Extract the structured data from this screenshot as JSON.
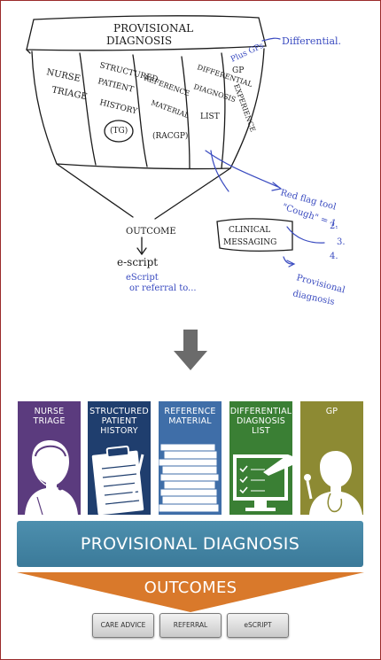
{
  "sketch": {
    "title_line1": "PROVISIONAL",
    "title_line2": "DIAGNOSIS",
    "col1_line1": "NURSE",
    "col1_line2": "TRIAGE",
    "col2_line1": "STRUCTURED",
    "col2_line2": "PATIENT",
    "col2_line3": "HISTORY",
    "col2_line4": "(TG)",
    "col3_line1": "REFERENCE",
    "col3_line2": "MATERIAL",
    "col3_line3": "(RACGP)",
    "col4_line1": "DIFFERENTIAL",
    "col4_line2": "DIAGNOSIS",
    "col4_line3": "LIST",
    "col5_line1": "GP",
    "col5_line2": "EXPERIENCE",
    "note_differential": "Differential.",
    "note_plus_gps": "Plus GPs",
    "note_red_flag": "Red flag tool",
    "note_cough": "\"Cough\" = 1.",
    "note_2": "2.",
    "note_3": "3.",
    "note_4": "4.",
    "note_prov_diag_1": "Provisional",
    "note_prov_diag_2": "diagnosis",
    "outcome": "OUTCOME",
    "escript": "e-script",
    "escript_note_1": "eScript",
    "escript_note_2": "or referral to...",
    "clinical_messaging_1": "CLINICAL",
    "clinical_messaging_2": "MESSAGING"
  },
  "columns": [
    {
      "label": "NURSE TRIAGE",
      "color": "#5b3b7e",
      "icon": "nurse-headset-icon"
    },
    {
      "label": "STRUCTURED PATIENT HISTORY",
      "color": "#1f3e6e",
      "icon": "clipboard-icon"
    },
    {
      "label": "REFERENCE MATERIAL",
      "color": "#3f6ea8",
      "icon": "books-icon"
    },
    {
      "label": "DIFFERENTIAL DIAGNOSIS LIST",
      "color": "#3a7f34",
      "icon": "monitor-checklist-icon"
    },
    {
      "label": "GP",
      "color": "#8d8a33",
      "icon": "doctor-stethoscope-icon"
    }
  ],
  "provisional_label": "PROVISIONAL DIAGNOSIS",
  "outcomes_label": "OUTCOMES",
  "outcome_colors": {
    "funnel": "#d9792b",
    "bar": "#3b7a99"
  },
  "outcome_buttons": [
    "CARE ADVICE",
    "REFERRAL",
    "eSCRIPT"
  ]
}
